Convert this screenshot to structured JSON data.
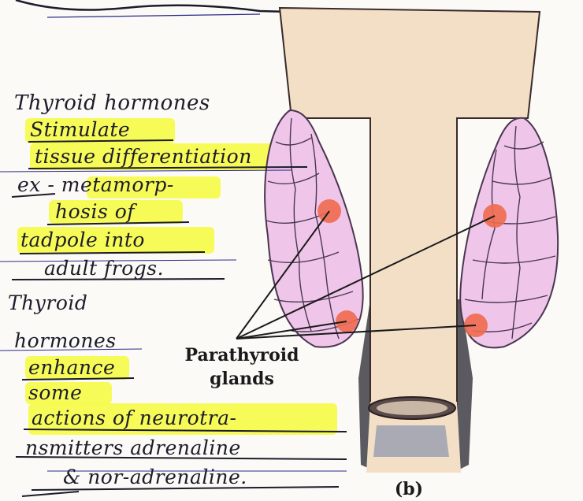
{
  "notes": {
    "lines": [
      "Thyroid hormones",
      "Stimulate",
      "tissue differentiation",
      "ex - metamorp-",
      "hosis of",
      "tadpole into",
      "adult frogs.",
      "Thyroid",
      "hormones",
      "enhance",
      "some",
      "actions of neurotra-",
      "nsmitters adrenaline",
      "& nor-adrenaline."
    ]
  },
  "diagram": {
    "label_line1": "Parathyroid",
    "label_line2": "glands",
    "caption": "(b)",
    "colors": {
      "trachea": "#f3dfc6",
      "thyroid_fill": "#efc6ea",
      "thyroid_outline": "#4a3650",
      "parathyroid": "#f06a4e",
      "highlighter": "#f6fa3c",
      "ink": "#1c1c2a"
    }
  }
}
